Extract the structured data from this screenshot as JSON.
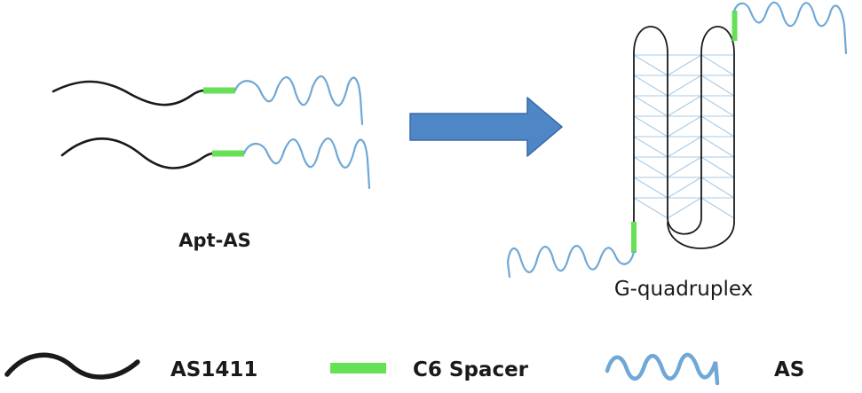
{
  "labels": {
    "apt_as": "Apt-AS",
    "g_quadruplex": "G-quadruplex"
  },
  "legend": {
    "items": [
      {
        "label": "AS1411",
        "icon": "black-wavy-line-icon"
      },
      {
        "label": "C6 Spacer",
        "icon": "green-bar-icon"
      },
      {
        "label": "AS",
        "icon": "blue-zigzag-line-icon"
      }
    ]
  },
  "colors": {
    "aptamer": "#1a1a1a",
    "spacer": "#66e055",
    "antisense": "#6fa8d6",
    "arrow_fill": "#4f86c6",
    "arrow_stroke": "#3a6aa8",
    "stacking_lines": "#a9cbe6"
  }
}
